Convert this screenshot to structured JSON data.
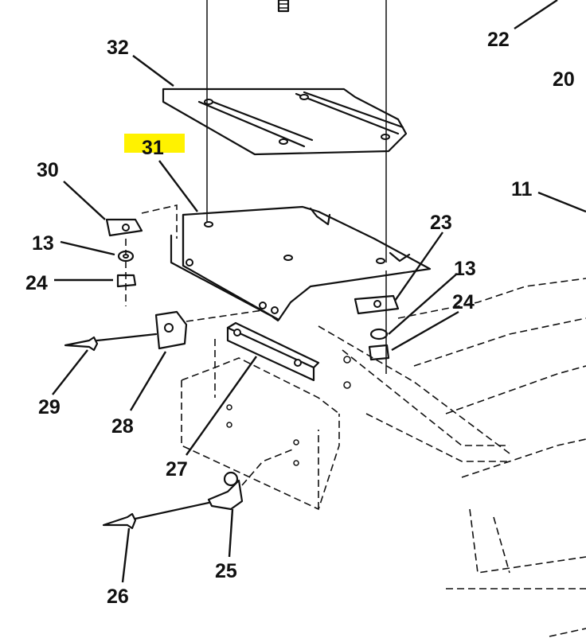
{
  "highlight_color": "#fff200",
  "highlighted_callout": "31",
  "callouts": [
    {
      "id": "c22",
      "text": "22"
    },
    {
      "id": "c20",
      "text": "20"
    },
    {
      "id": "c32",
      "text": "32"
    },
    {
      "id": "c31",
      "text": "31"
    },
    {
      "id": "c30",
      "text": "30"
    },
    {
      "id": "c11",
      "text": "11"
    },
    {
      "id": "c13a",
      "text": "13"
    },
    {
      "id": "c24a",
      "text": "24"
    },
    {
      "id": "c23",
      "text": "23"
    },
    {
      "id": "c13b",
      "text": "13"
    },
    {
      "id": "c24b",
      "text": "24"
    },
    {
      "id": "c29",
      "text": "29"
    },
    {
      "id": "c28",
      "text": "28"
    },
    {
      "id": "c27",
      "text": "27"
    },
    {
      "id": "c25",
      "text": "25"
    },
    {
      "id": "c26",
      "text": "26"
    }
  ]
}
